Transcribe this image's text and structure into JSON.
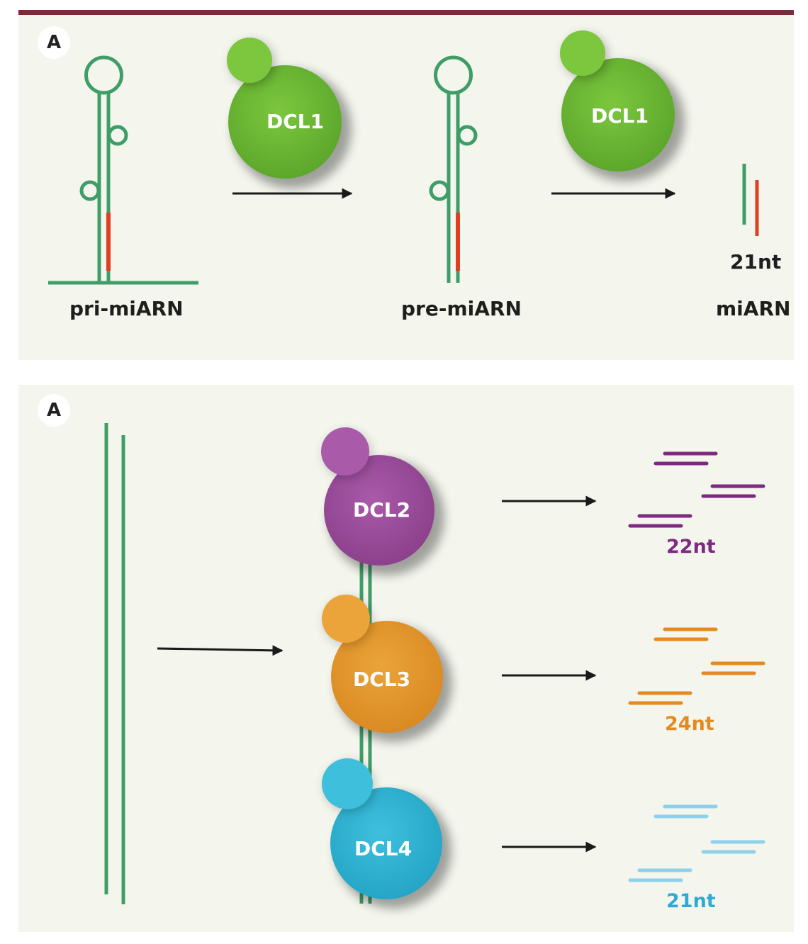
{
  "colors": {
    "frame": "#7a2b3a",
    "panel_bg": "#f4f6ee",
    "rna_green": "#3f9d68",
    "mirna_red": "#e0401f",
    "dcl1": "#6cb834",
    "dcl2": "#9a4a99",
    "dcl3": "#e4952a",
    "dcl4": "#2fb4d3",
    "purple_text": "#7f2a80",
    "orange_text": "#e58a22",
    "blue_text": "#2fa9d8",
    "arrow": "#1a1a1a"
  },
  "panel_top": {
    "badge": "A",
    "dcl1_first": "DCL1",
    "dcl1_second": "DCL1",
    "pri_label": "pri-miARN",
    "pre_label": "pre-miARN",
    "mi_label": "miARN",
    "nt_label": "21nt"
  },
  "panel_bottom": {
    "badge": "A",
    "dcl2": "DCL2",
    "dcl3": "DCL3",
    "dcl4": "DCL4",
    "nt_dcl2": "22nt",
    "nt_dcl3": "24nt",
    "nt_dcl4": "21nt"
  }
}
